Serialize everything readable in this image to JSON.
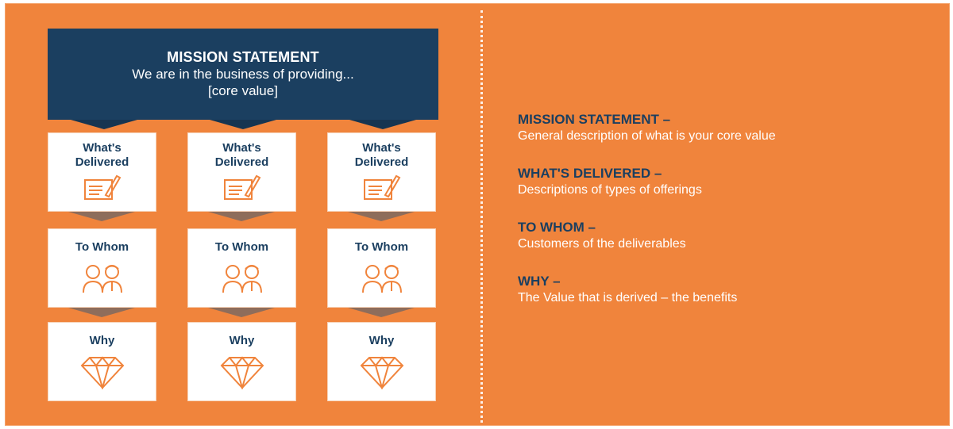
{
  "mission": {
    "title": "MISSION STATEMENT",
    "line1": "We are in the business of providing...",
    "line2": "[core value]"
  },
  "columns": [
    {
      "delivered_line1": "What's",
      "delivered_line2": "Delivered",
      "to_whom": "To Whom",
      "why": "Why"
    },
    {
      "delivered_line1": "What's",
      "delivered_line2": "Delivered",
      "to_whom": "To Whom",
      "why": "Why"
    },
    {
      "delivered_line1": "What's",
      "delivered_line2": "Delivered",
      "to_whom": "To Whom",
      "why": "Why"
    }
  ],
  "legend": [
    {
      "heading": "MISSION STATEMENT –",
      "description": "General description of what is your core value"
    },
    {
      "heading": "WHAT'S DELIVERED –",
      "description": "Descriptions of types of offerings"
    },
    {
      "heading": "TO WHOM –",
      "description": "Customers of the deliverables"
    },
    {
      "heading": "WHY –",
      "description": "The Value that is derived – the benefits"
    }
  ],
  "colors": {
    "background": "#F0843C",
    "navy": "#1B3F60",
    "card": "#FFFFFF",
    "icon": "#F0843C"
  },
  "icons": {
    "delivered": "document-pen-icon",
    "to_whom": "people-icon",
    "why": "diamond-icon"
  }
}
